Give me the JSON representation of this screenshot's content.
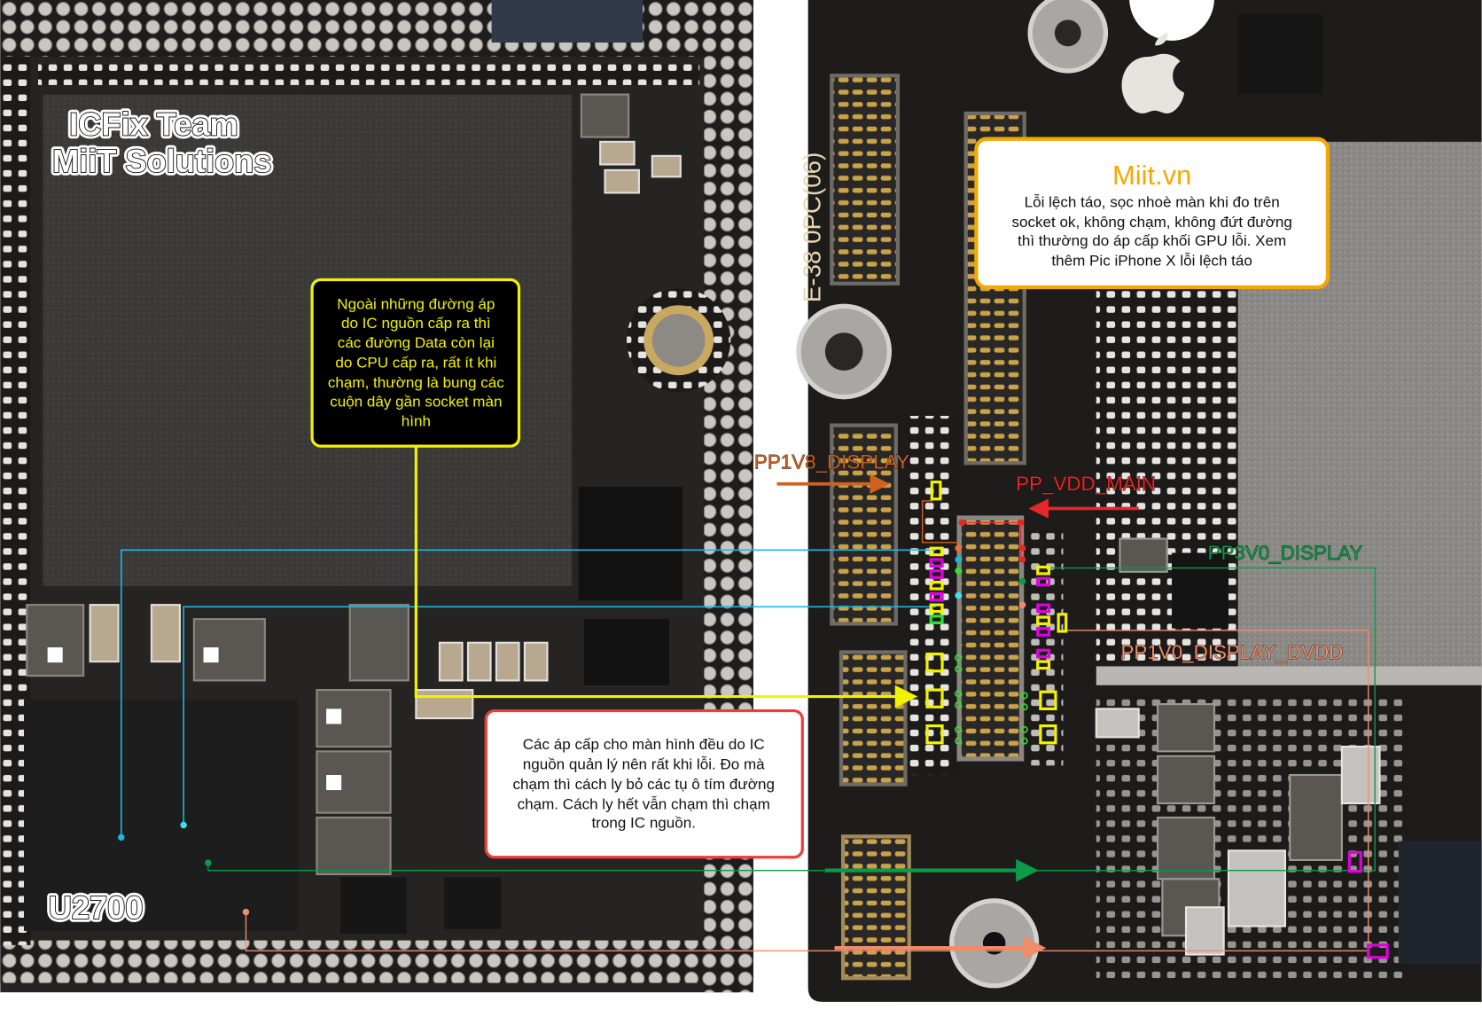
{
  "watermark": {
    "line1": "ICFix Team",
    "line2": "MiiT Solutions"
  },
  "chip_label": "U2700",
  "silkscreen": "E-38 0PC(06)",
  "yellow_note": {
    "lines": [
      "Ngoài những đường áp",
      "do IC nguồn cấp ra thì",
      "các đường Data còn lại",
      "do CPU cấp ra, rất ít khi",
      "chạm, thường là bung các",
      "cuộn dây gần socket màn",
      "hình"
    ]
  },
  "red_note": {
    "lines": [
      "Các áp cấp cho màn hình đều do IC",
      "nguồn quản lý nên rất khi lỗi. Đo mà",
      "chạm thì cách ly bỏ các tụ ô tím đường",
      "chạm. Cách ly hết vẫn chạm thì chạm",
      "trong IC nguồn."
    ]
  },
  "orange_note": {
    "title": "Miit.vn",
    "lines": [
      "Lỗi lệch táo, sọc nhoè màn khi đo trên",
      "socket ok, không chạm, không đứt đường",
      "thì thường do áp cấp khối GPU lỗi. Xem",
      "thêm Pic iPhone X lỗi lệch táo"
    ]
  },
  "net_labels": {
    "pp1v8": "PP1V8_DISPLAY",
    "pp_vdd_main": "PP_VDD_MAIN",
    "pp3v0": "PP3V0_DISPLAY",
    "pp1v0": "PP1V0_DISPLAY_DVDD"
  },
  "colors": {
    "pp1v8": "#d2601e",
    "pp_vdd_main": "#e8262a",
    "pp3v0": "#0a9a48",
    "pp1v0": "#f08c6c",
    "data_line": "#1ab8e0",
    "yellow": "#f2f200",
    "orange_border": "#f5a800",
    "red_border": "#ee3b3b"
  }
}
